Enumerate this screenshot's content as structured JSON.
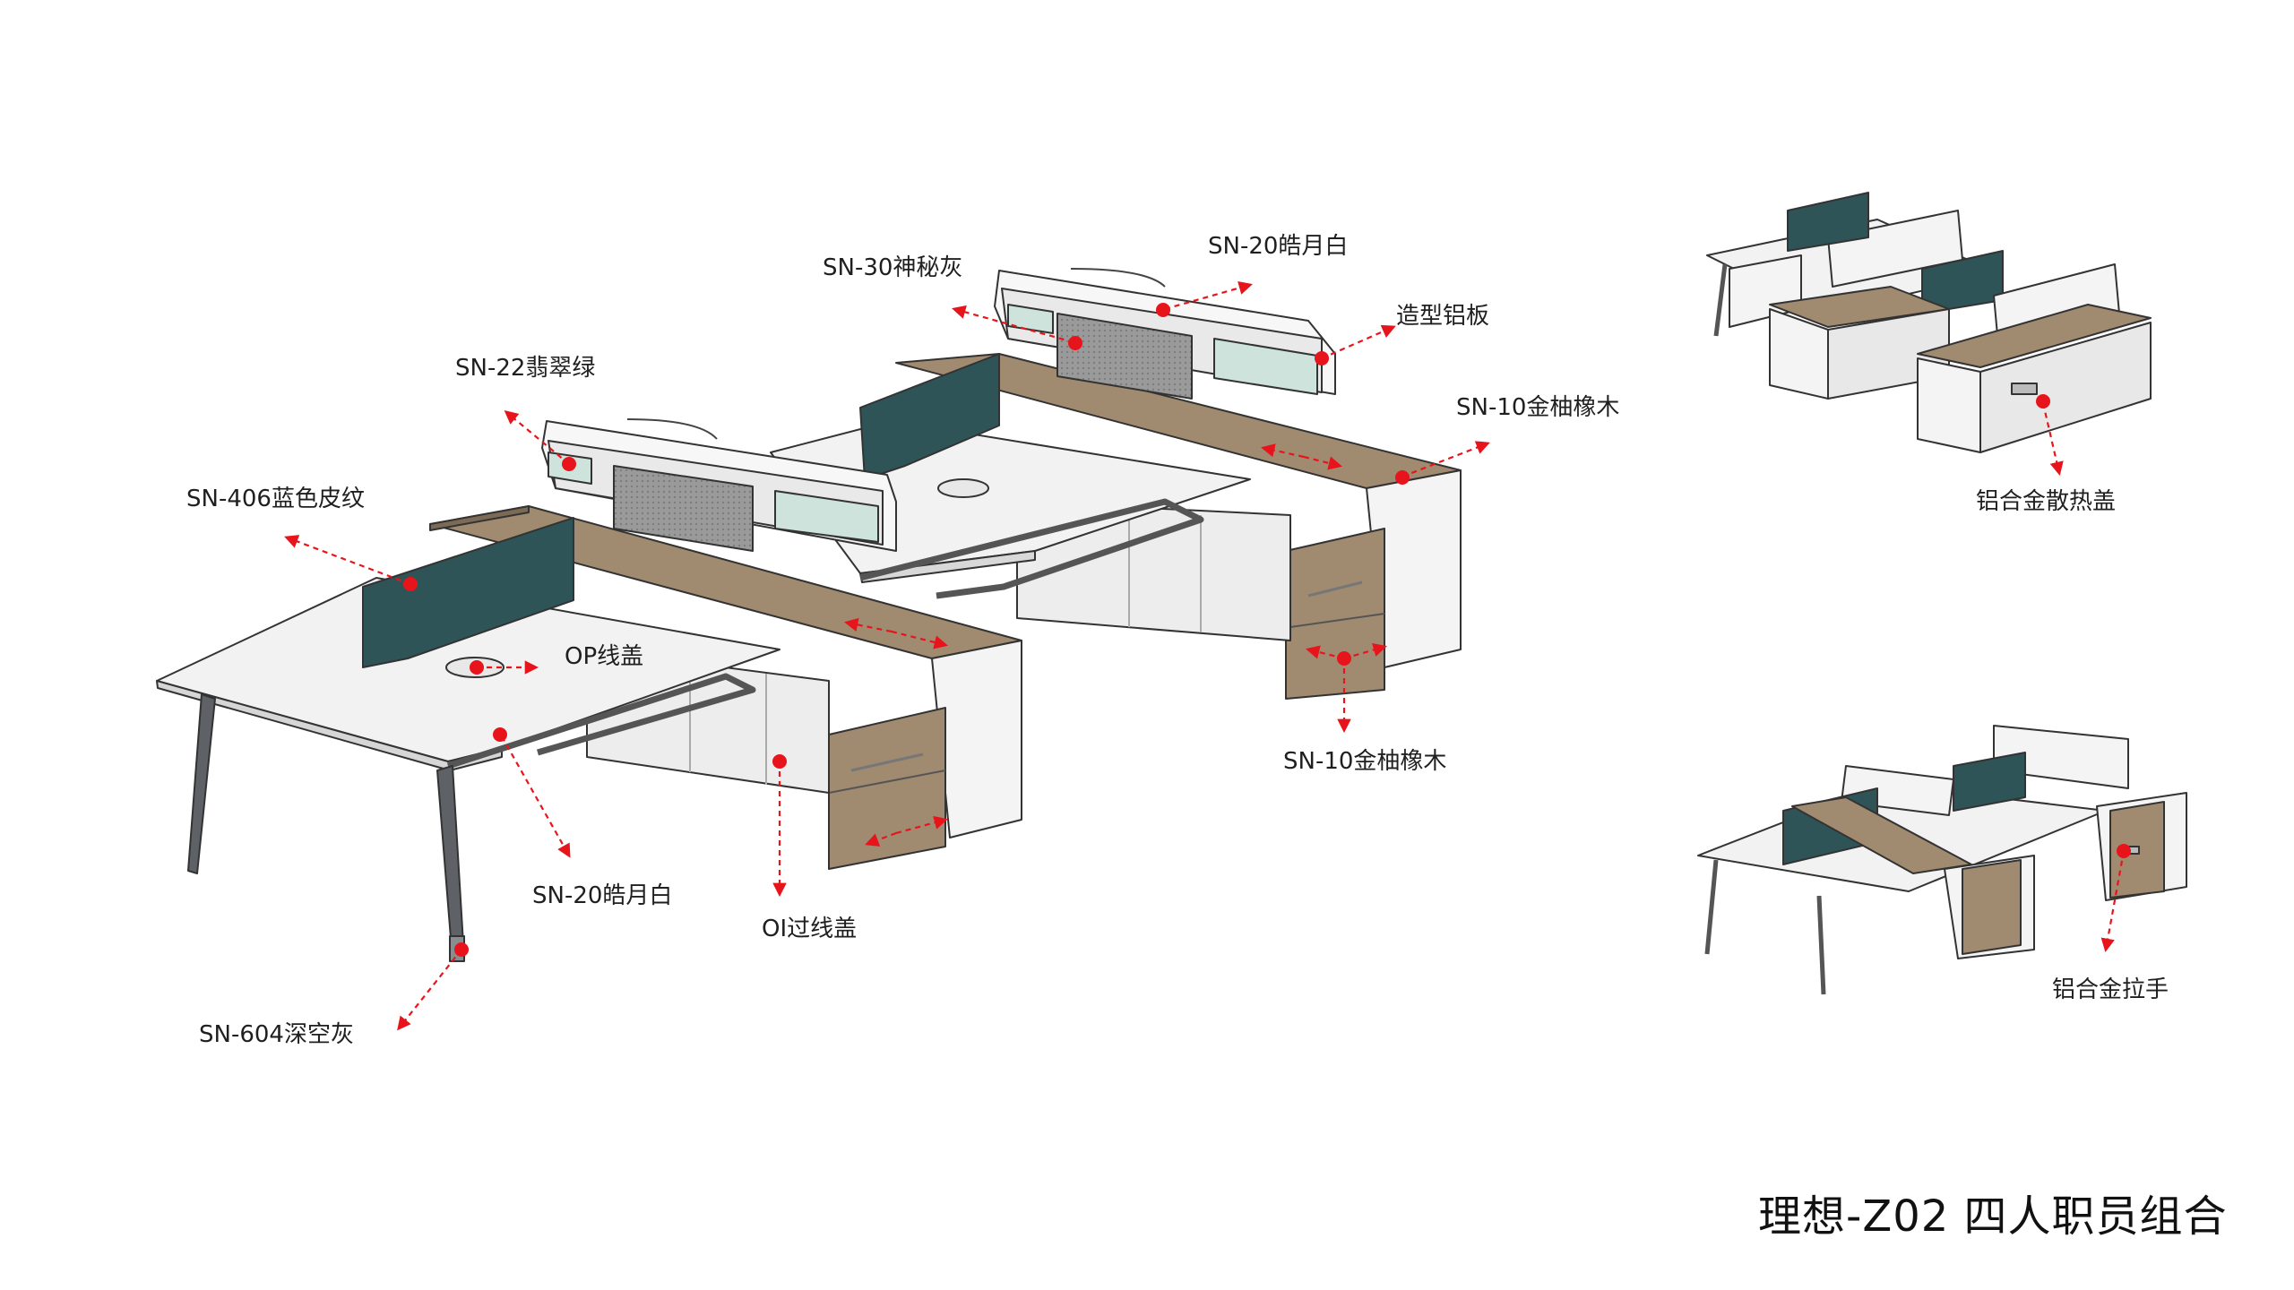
{
  "labels": {
    "sn30": "SN-30神秘灰",
    "sn20_top": "SN-20皓月白",
    "aluminum_panel": "造型铝板",
    "sn22": "SN-22翡翠绿",
    "sn10_upper": "SN-10金柚橡木",
    "sn406": "SN-406蓝色皮纹",
    "op_cover": "OP线盖",
    "sn10_lower": "SN-10金柚橡木",
    "sn20_bottom": "SN-20皓月白",
    "oi_cover": "OI过线盖",
    "sn604": "SN-604深空灰",
    "heat_cover": "铝合金散热盖",
    "handle": "铝合金拉手"
  },
  "title": "理想-Z02 四人职员组合",
  "colors": {
    "marker": "#e8141c",
    "screen": "#2e5457",
    "wood": "#a08a70",
    "white_panel": "#f4f4f4",
    "leg": "#5e6266"
  }
}
